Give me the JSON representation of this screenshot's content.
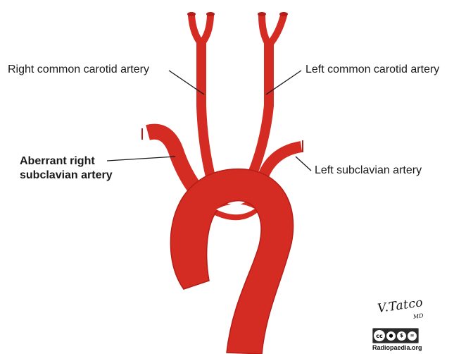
{
  "labels": {
    "right_common_carotid": "Right common carotid artery",
    "left_common_carotid": "Left common carotid artery",
    "left_subclavian": "Left subclavian artery",
    "aberrant_right_subclavian_line1": "Aberrant right",
    "aberrant_right_subclavian_line2": "subclavian artery"
  },
  "credit": {
    "signature": "V.Tatco",
    "signature_suffix": "MD",
    "license_badge": "cc by nc nd",
    "site": "Radiopaedia.org"
  },
  "colors": {
    "vessel": "#d42b22",
    "vessel_outline": "#b51d17",
    "leader_line": "#1a1a1a",
    "text": "#1a1a1a"
  }
}
